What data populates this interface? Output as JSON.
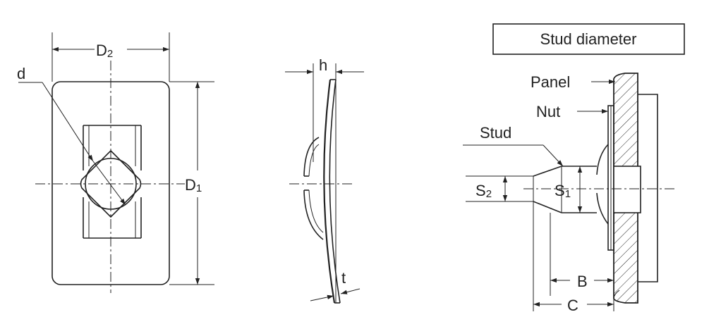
{
  "labels": {
    "d": "d",
    "d2_main": "D",
    "d2_sub": "2",
    "d1_main": "D",
    "d1_sub": "1",
    "h": "h",
    "t": "t",
    "stud_diameter": "Stud diameter",
    "panel": "Panel",
    "nut": "Nut",
    "stud": "Stud",
    "s2_main": "S",
    "s2_sub": "2",
    "s1_main": "S",
    "s1_sub": "1",
    "b": "B",
    "c": "C"
  },
  "colors": {
    "ink": "#222222",
    "background": "#ffffff"
  }
}
